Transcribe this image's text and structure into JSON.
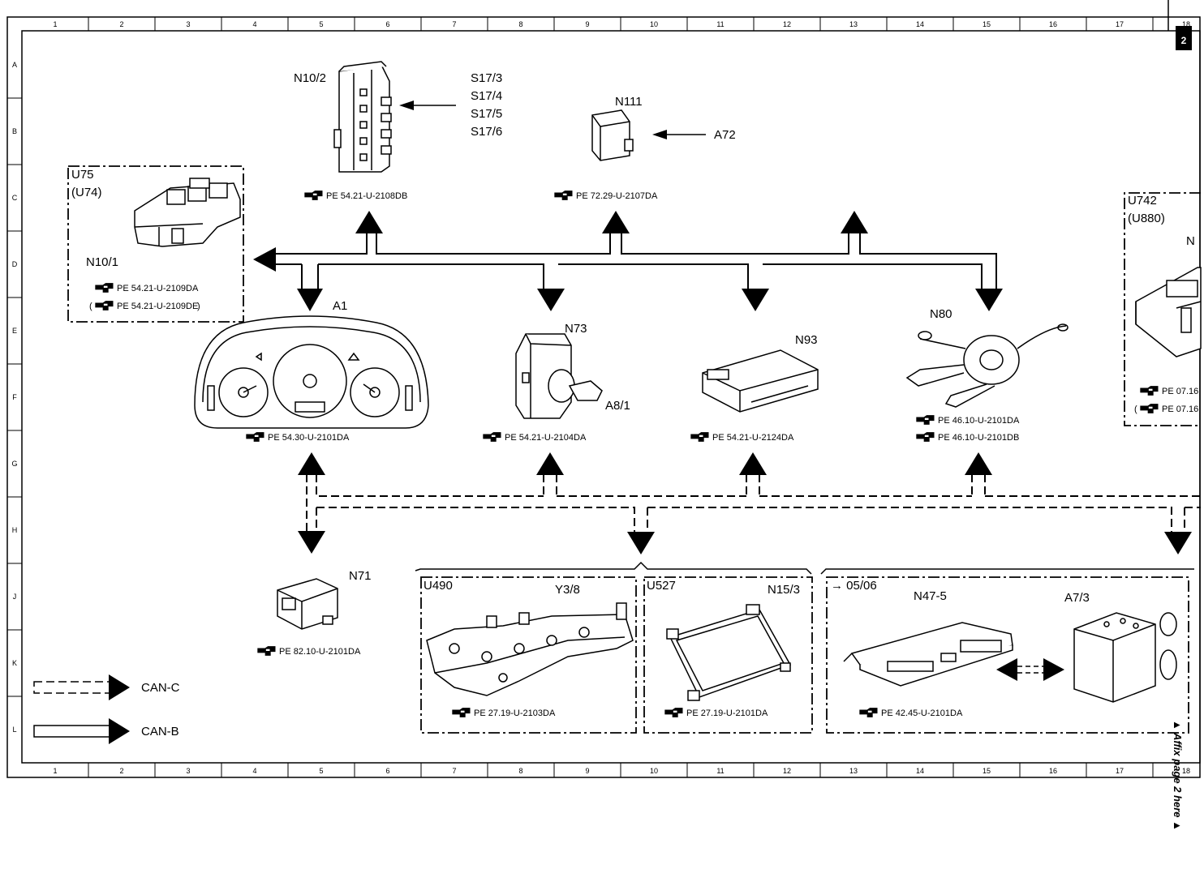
{
  "grid": {
    "columns": [
      "1",
      "2",
      "3",
      "4",
      "5",
      "6",
      "7",
      "8",
      "9",
      "10",
      "11",
      "12",
      "13",
      "14",
      "15",
      "16",
      "17",
      "18"
    ],
    "rows": [
      "A",
      "B",
      "C",
      "D",
      "E",
      "F",
      "G",
      "H",
      "J",
      "K",
      "L"
    ]
  },
  "components": {
    "n10_2": {
      "label": "N10/2",
      "ref": "PE 54.21-U-2108DB"
    },
    "s17": {
      "lines": [
        "S17/3",
        "S17/4",
        "S17/5",
        "S17/6"
      ]
    },
    "n111": {
      "label": "N111",
      "ref": "PE 72.29-U-2107DA",
      "arrow_label": "A72"
    },
    "u75": {
      "label": "U75",
      "alt": "(U74)",
      "sub": "N10/1",
      "ref1": "PE 54.21-U-2109DA",
      "ref2": "PE 54.21-U-2109DE"
    },
    "u742": {
      "label": "U742",
      "alt": "(U880)",
      "sub": "N",
      "ref1": "PE 07.16",
      "ref2": "PE 07.16"
    },
    "a1": {
      "label": "A1",
      "ref": "PE 54.30-U-2101DA"
    },
    "n73": {
      "label": "N73",
      "sub": "A8/1",
      "ref": "PE 54.21-U-2104DA"
    },
    "n93": {
      "label": "N93",
      "ref": "PE 54.21-U-2124DA"
    },
    "n80": {
      "label": "N80",
      "ref1": "PE 46.10-U-2101DA",
      "ref2": "PE 46.10-U-2101DB"
    },
    "n71": {
      "label": "N71",
      "ref": "PE 82.10-U-2101DA"
    },
    "u490": {
      "label": "U490",
      "sub": "Y3/8",
      "ref": "PE 27.19-U-2103DA"
    },
    "u527": {
      "label": "U527",
      "sub": "N15/3",
      "ref": "PE 27.19-U-2101DA"
    },
    "group3": {
      "label": "→ 05/06",
      "sub1": "N47-5",
      "sub2": "A7/3",
      "ref": "PE 42.45-U-2101DA"
    }
  },
  "legend": {
    "can_c": "CAN-C",
    "can_b": "CAN-B"
  },
  "side_note": "▲ Affix page 2 here ▲",
  "page_marker": "2"
}
